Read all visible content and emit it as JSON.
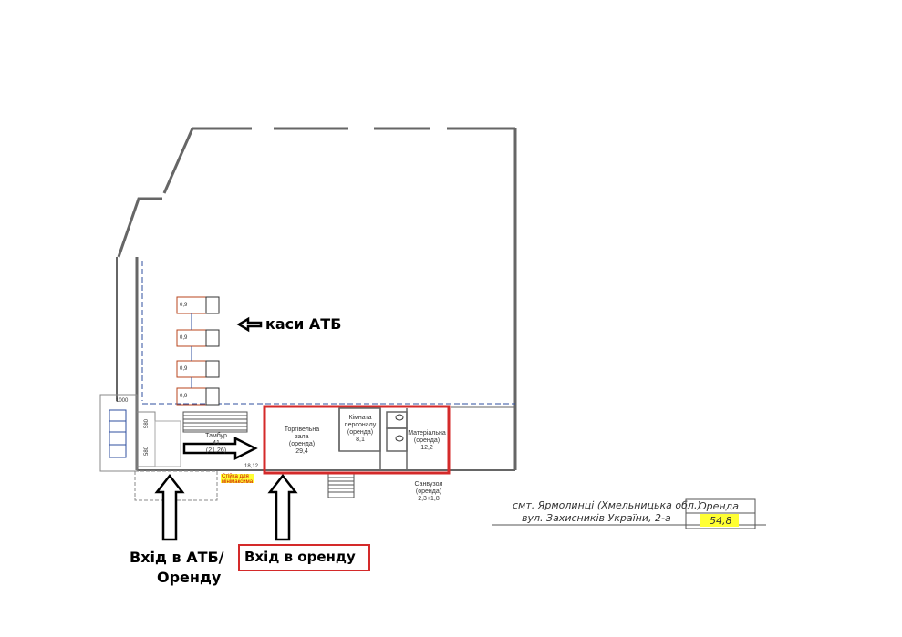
{
  "labels": {
    "atb_checkouts": "каси АТБ",
    "entrance_atb_line1": "Вхід в АТБ/",
    "entrance_atb_line2": "Оренду",
    "entrance_rent": "Вхід в оренду"
  },
  "rooms": {
    "tambour_name": "Тамбур",
    "tambour_area": "41",
    "tambour_extra": "(21,26)",
    "trading_hall_line1": "Торгівельна",
    "trading_hall_line2": "зала",
    "trading_hall_line3": "(оренда)",
    "trading_hall_area": "29,4",
    "staff_room_line1": "Кімната",
    "staff_room_line2": "персоналу",
    "staff_room_line3": "(оренда)",
    "staff_room_area": "8,1",
    "storage_line1": "Матеріальна",
    "storage_line2": "(оренда)",
    "storage_area": "12,2",
    "sanuzol_line1": "Санвузол",
    "sanuzol_line2": "(оренда)",
    "sanuzol_area": "2,3+1,8"
  },
  "dimensions": {
    "top_left": "1000",
    "left_580a": "580",
    "left_580b": "580",
    "cash_a": "0,9",
    "cash_b": "0,9",
    "cash_c": "0,9",
    "cash_d": "0,9",
    "bottom_value": "18,12"
  },
  "notes": {
    "stand_line1": "Стійка для",
    "stand_line2": "мінімаксима"
  },
  "address": {
    "line1": "смт. Ярмолинці (Хмельницька обл.)",
    "line2": "вул. Захисників України, 2-а"
  },
  "rent_box": {
    "header": "Оренда",
    "value": "54,8"
  },
  "colors": {
    "highlight_red": "#d42a2a",
    "plan_blue": "#2f4f9f",
    "cash_red": "#b8461e",
    "wall_gray": "#555555",
    "yellow": "#ffff33"
  }
}
